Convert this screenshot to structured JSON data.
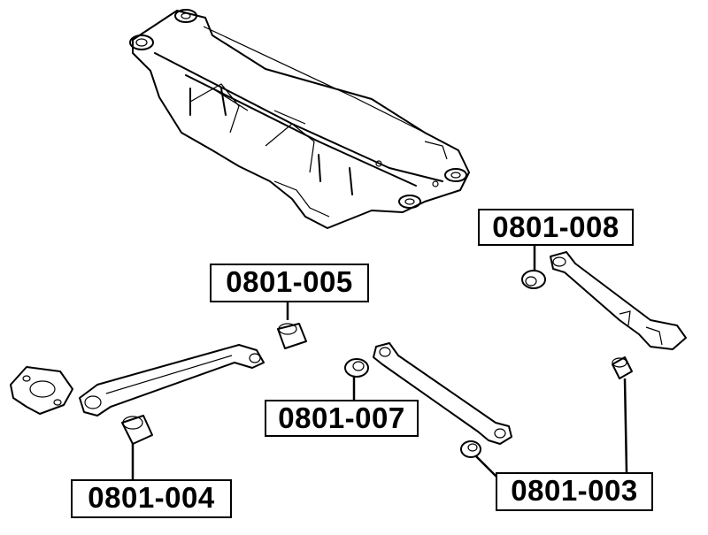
{
  "labels": {
    "part_008": "0801-008",
    "part_005": "0801-005",
    "part_007": "0801-007",
    "part_004": "0801-004",
    "part_003": "0801-003"
  }
}
